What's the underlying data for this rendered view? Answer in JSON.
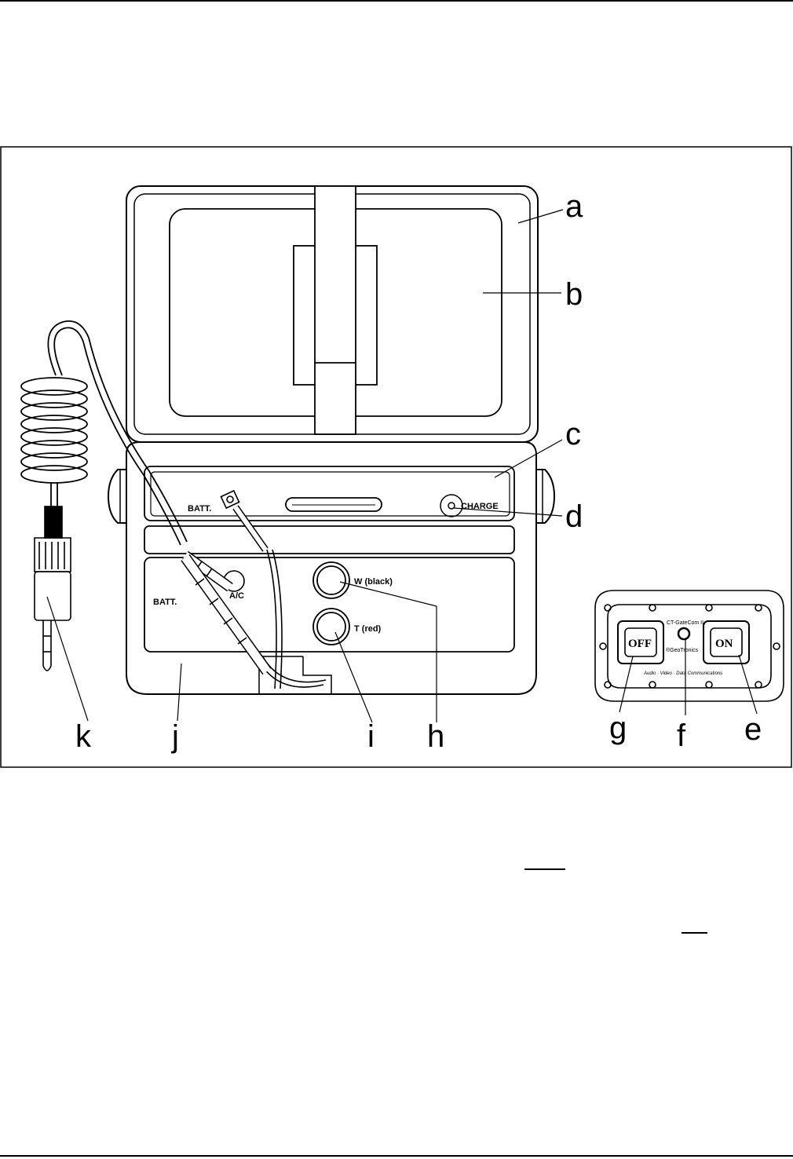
{
  "figure": {
    "callouts": {
      "a": "a",
      "b": "b",
      "c": "c",
      "d": "d",
      "e": "e",
      "f": "f",
      "g": "g",
      "h": "h",
      "i": "i",
      "j": "j",
      "k": "k"
    },
    "panel_labels": {
      "batt_top": "BATT.",
      "charge": "CHARGE",
      "batt_lower": "BATT.",
      "ac": "A/C",
      "w_black": "W (black)",
      "t_red": "T (red)"
    },
    "control_plate": {
      "model": "CT-GateCom  II",
      "brand": "®GeoTronics",
      "tagline": "Audio · Video · Data Communications",
      "off_label": "OFF",
      "on_label": "ON"
    }
  }
}
